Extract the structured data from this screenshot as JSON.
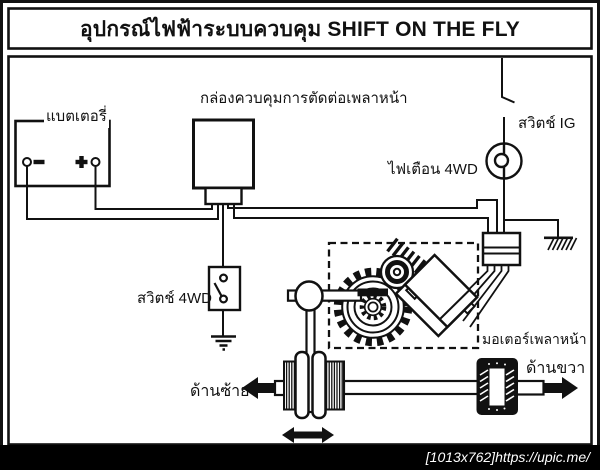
{
  "title": "อุปกรณ์ไฟฟ้าระบบควบคุม SHIFT ON THE FLY",
  "labels": {
    "battery": "แบตเตอรี่",
    "control_box": "กล่องควบคุมการตัดต่อเพลาหน้า",
    "ig_switch": "สวิตช์ IG",
    "warning_lamp": "ไฟเตือน 4WD",
    "fwd_switch": "สวิตช์ 4WD",
    "motor": "มอเตอร์เพลาหน้า",
    "left_side": "ด้านซ้าย",
    "right_side": "ด้านขวา"
  },
  "battery": {
    "minus_sign": "−",
    "plus_sign": "+"
  },
  "watermark": "[1013x762]https://upic.me/",
  "colors": {
    "line": "#111111",
    "background": "#ffffff",
    "footer_bar": "#000000"
  },
  "components": [
    "battery",
    "front-axle-control-box",
    "connector-plug",
    "ig-switch",
    "4wd-warning-bulb",
    "relay-connector-block",
    "chassis-ground",
    "earth-ground",
    "4wd-selector-switch",
    "front-axle-motor",
    "worm-gear",
    "reduction-gear",
    "shift-fork",
    "spline-sleeve",
    "left-axle-shaft",
    "right-axle-shaft",
    "u-joint"
  ]
}
